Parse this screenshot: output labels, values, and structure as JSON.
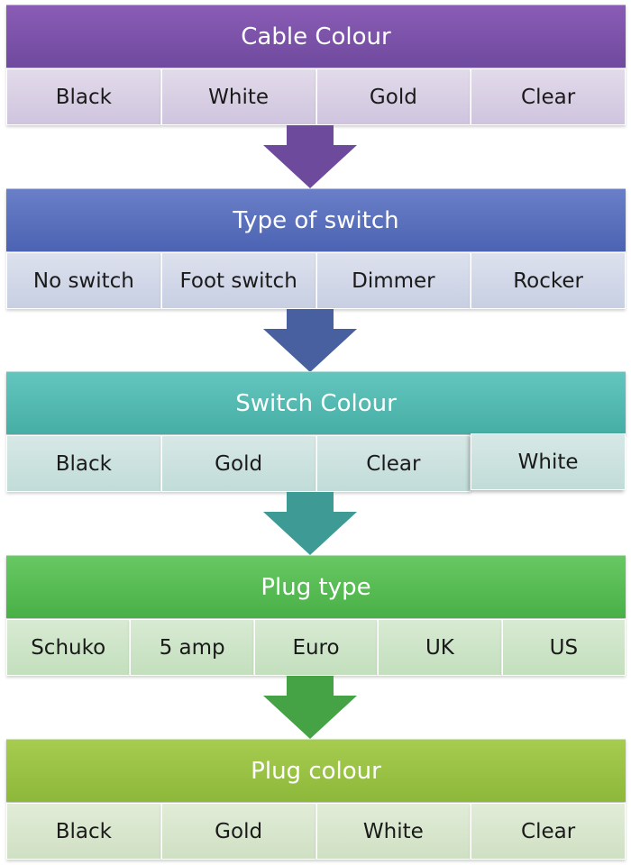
{
  "stages": [
    {
      "title": "Cable Colour",
      "options": [
        "Black",
        "White",
        "Gold",
        "Clear"
      ]
    },
    {
      "title": "Type of switch",
      "options": [
        "No switch",
        "Foot switch",
        "Dimmer",
        "Rocker"
      ]
    },
    {
      "title": "Switch Colour",
      "options": [
        "Black",
        "Gold",
        "Clear",
        "White"
      ]
    },
    {
      "title": "Plug type",
      "options": [
        "Schuko",
        "5 amp",
        "Euro",
        "UK",
        "US"
      ]
    },
    {
      "title": "Plug colour",
      "options": [
        "Black",
        "Gold",
        "White",
        "Clear"
      ]
    }
  ],
  "colors": {
    "purple": "#7a51a8",
    "blue": "#5268b7",
    "teal": "#4db5ad",
    "green": "#4fb84c",
    "olive": "#96c040"
  }
}
